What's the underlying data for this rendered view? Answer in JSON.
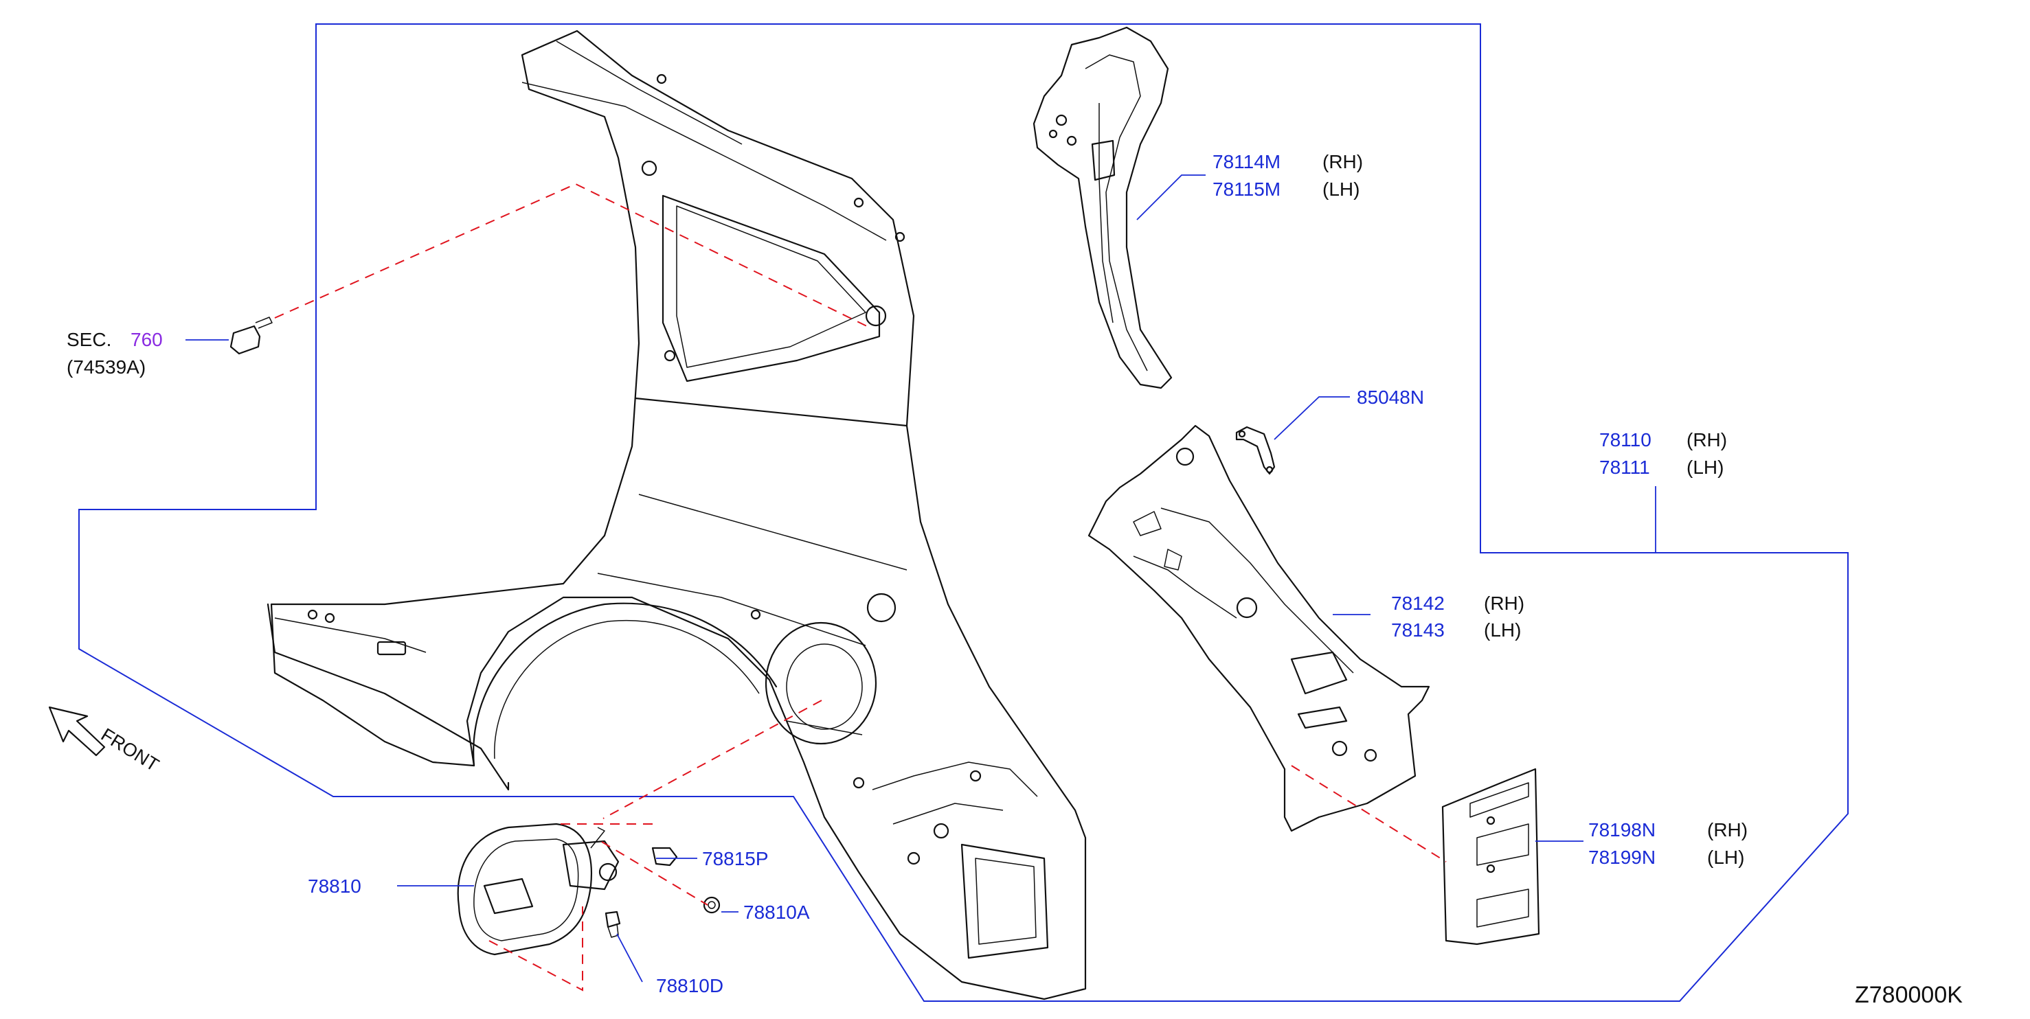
{
  "diagram_code": "Z780000K",
  "front_label": "FRONT",
  "section_ref": {
    "prefix": "SEC.",
    "number": "760",
    "sub_part": "(74539A)"
  },
  "callouts": {
    "c78114m": {
      "part": "78114M",
      "side": "(RH)"
    },
    "c78115m": {
      "part": "78115M",
      "side": "(LH)"
    },
    "c85048n": {
      "part": "85048N"
    },
    "c78110": {
      "part": "78110",
      "side": "(RH)"
    },
    "c78111": {
      "part": "78111",
      "side": "(LH)"
    },
    "c78142": {
      "part": "78142",
      "side": "(RH)"
    },
    "c78143": {
      "part": "78143",
      "side": "(LH)"
    },
    "c78198n": {
      "part": "78198N",
      "side": "(RH)"
    },
    "c78199n": {
      "part": "78199N",
      "side": "(LH)"
    },
    "c78810": {
      "part": "78810"
    },
    "c78815p": {
      "part": "78815P"
    },
    "c78810a": {
      "part": "78810A"
    },
    "c78810d": {
      "part": "78810D"
    }
  },
  "colors": {
    "part_number": "#1a2bd6",
    "section_ref": "#8a2be2",
    "leader_line": "#e0141e",
    "line_art": "#111111"
  }
}
